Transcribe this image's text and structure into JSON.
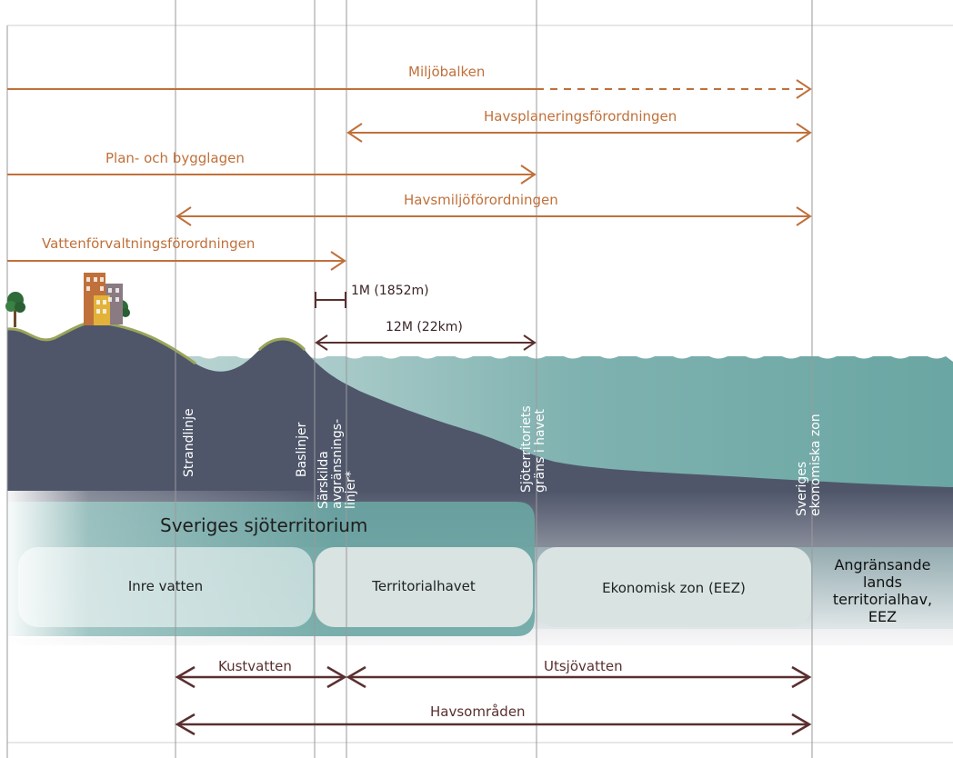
{
  "laws": {
    "miljobalken": "Miljöbalken",
    "havsplanering": "Havsplaneringsförordningen",
    "plan_bygg": "Plan- och bygglagen",
    "havsmiljo": "Havsmiljöförordningen",
    "vattenforvaltning": "Vattenförvaltningsförordningen"
  },
  "measures": {
    "one_m": "1M (1852m)",
    "twelve_m": "12M (22km)"
  },
  "lines": {
    "strandlinje": "Strandlinje",
    "baslinjer": "Baslinjer",
    "sarskilda": [
      "Särskilda",
      "avgränsnings-",
      "linjer*"
    ],
    "sjoterritoriets": [
      "Sjöterritoriets",
      "gräns i havet"
    ],
    "sveriges_ez": [
      "Sveriges",
      "ekonomiska zon"
    ]
  },
  "zones": {
    "sjoterritorium": "Sveriges sjöterritorium",
    "inre_vatten": "Inre vatten",
    "territorialhavet": "Territorialhavet",
    "ekonomisk_zon": "Ekonomisk zon (EEZ)",
    "angransande": [
      "Angränsande",
      "lands",
      "territorialhav,",
      "EEZ"
    ]
  },
  "waters": {
    "kustvatten": "Kustvatten",
    "utsjovatten": "Utsjövatten",
    "havsomraden": "Havsområden"
  },
  "colors": {
    "law_arrow": "#c0703a",
    "water_arrow": "#5a2f2f",
    "seabed": "#4f566a",
    "sea": "#6fa8a6",
    "land_grass": "#9aa55a"
  }
}
